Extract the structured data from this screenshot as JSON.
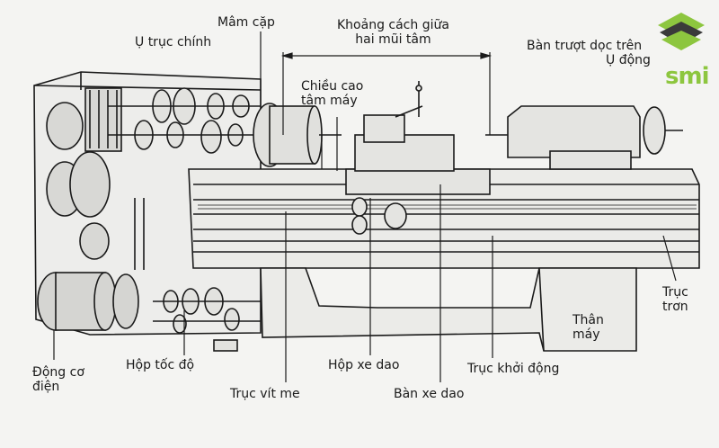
{
  "labels": {
    "main_spindle": "Ụ trục chính",
    "chuck": "Mâm cặp",
    "center_distance_line1": "Khoảng cách giữa",
    "center_distance_line2": "hai mũi tâm",
    "tailstock_line1": "Bàn trượt  dọc trên",
    "tailstock_line2": "Ụ động",
    "center_height_line1": "Chiều cao",
    "center_height_line2": "tâm máy",
    "feed_rod_line1": "Trục",
    "feed_rod_line2": "trơn",
    "body_line1": "Thân",
    "body_line2": "máy",
    "motor_line1": "Động cơ",
    "motor_line2": "điện",
    "gearbox": "Hộp tốc độ",
    "apron": "Hộp xe dao",
    "starting_shaft": "Trục khởi động",
    "lead_screw": "Trục vít me",
    "carriage": "Bàn xe dao"
  },
  "logo": {
    "text": "smi",
    "colors": {
      "green": "#8dc63f",
      "dark": "#3a3a3a"
    }
  },
  "colors": {
    "ink": "#1a1a1a",
    "paper": "#f4f4f2"
  }
}
